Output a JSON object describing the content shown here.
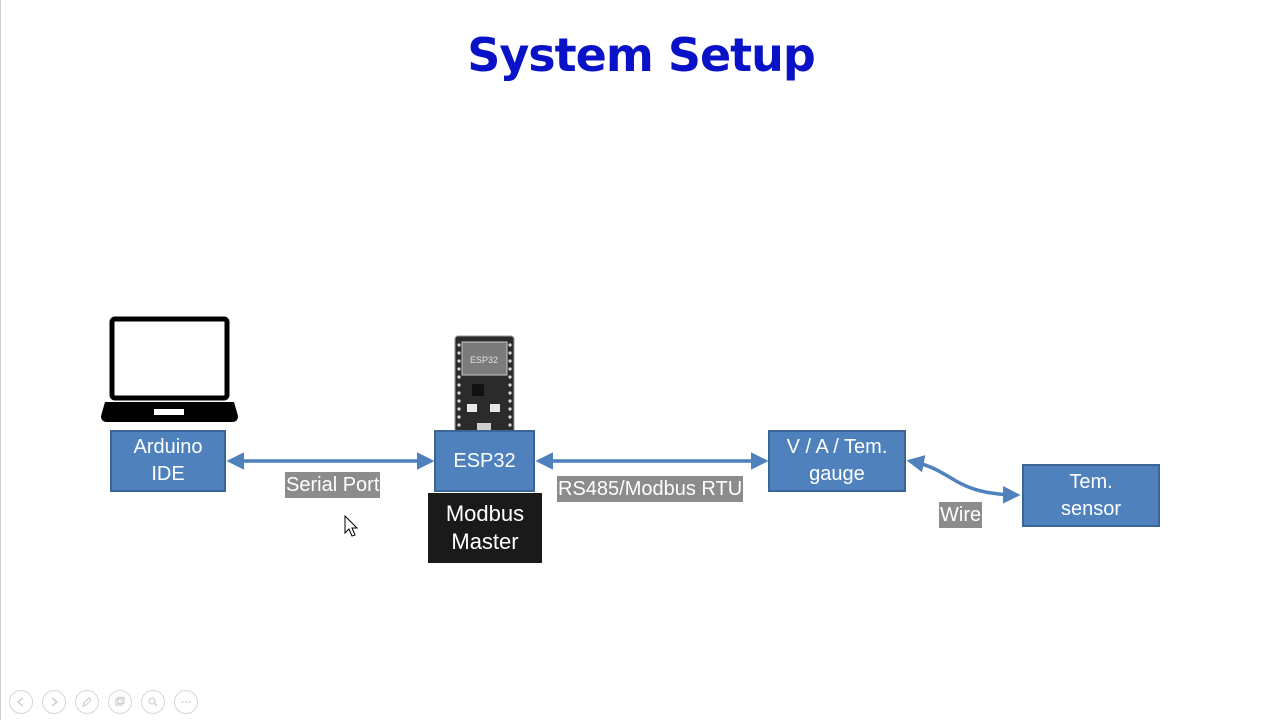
{
  "title": "System Setup",
  "nodes": {
    "arduino_ide": [
      "Arduino",
      "IDE"
    ],
    "esp32": "ESP32",
    "modbus_master": [
      "Modbus",
      "Master"
    ],
    "gauge": [
      "V / A / Tem.",
      "gauge"
    ],
    "sensor": [
      "Tem.",
      "sensor"
    ]
  },
  "connections": {
    "serial_port": "Serial Port",
    "rs485": "RS485/Modbus RTU",
    "wire": "Wire"
  },
  "board_chip_text": "ESP32",
  "colors": {
    "title": "#0a12c8",
    "box_fill": "#4f81bd",
    "box_border": "#3a6595",
    "arrow": "#4f81bd",
    "label_bg": "#8c8c8c",
    "master_bg": "#1a1a1a"
  },
  "playback_controls": [
    "previous-icon",
    "next-icon",
    "pen-icon",
    "slides-icon",
    "zoom-icon",
    "more-icon"
  ]
}
